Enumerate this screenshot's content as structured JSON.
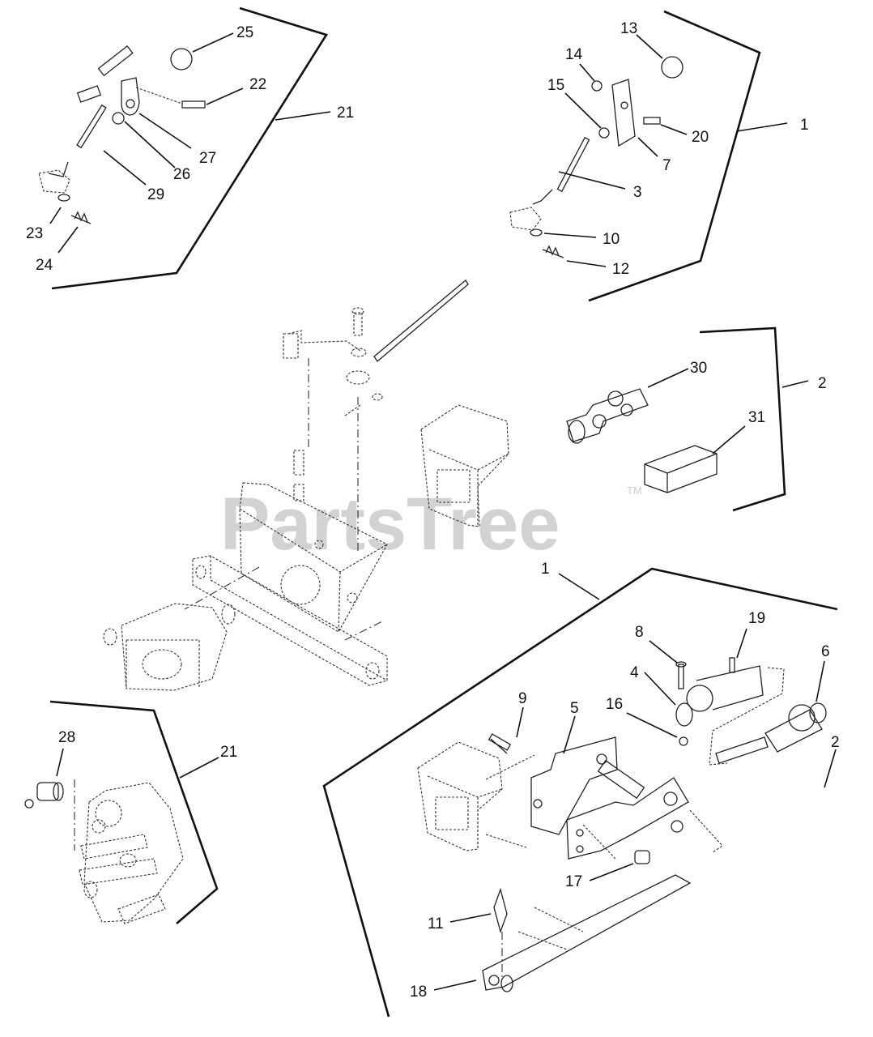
{
  "watermark": {
    "text": "PartsTree",
    "trademark": "TM"
  },
  "callouts": {
    "n25": "25",
    "n22": "22",
    "n21a": "21",
    "n27": "27",
    "n26": "26",
    "n29": "29",
    "n23": "23",
    "n24": "24",
    "n13": "13",
    "n14": "14",
    "n15": "15",
    "n20": "20",
    "n1a": "1",
    "n7": "7",
    "n3": "3",
    "n10": "10",
    "n12": "12",
    "n30": "30",
    "n2a": "2",
    "n31": "31",
    "n1b": "1",
    "n19": "19",
    "n8": "8",
    "n6": "6",
    "n4": "4",
    "n16": "16",
    "n9": "9",
    "n5": "5",
    "n2b": "2",
    "n17": "17",
    "n11": "11",
    "n18": "18",
    "n28": "28",
    "n21b": "21"
  }
}
